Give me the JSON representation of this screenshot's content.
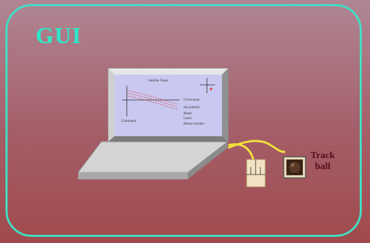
{
  "title": "GUI",
  "screen": {
    "satellite_name": "Satellite Name",
    "corrections": "Corrections:",
    "azimuth": "ele,azimuth",
    "meter": "Meter:",
    "laser": "Laser:",
    "return_number": "Return number",
    "command": "Command:"
  },
  "trackball_label": [
    "Track",
    "ball"
  ],
  "colors": {
    "frame": "#3fe0c4",
    "title": "#2ee8c8",
    "screen": "#c8c8f0",
    "cable": "#f4e23a",
    "trace": "#e03030",
    "label": "#5a0a1e"
  }
}
